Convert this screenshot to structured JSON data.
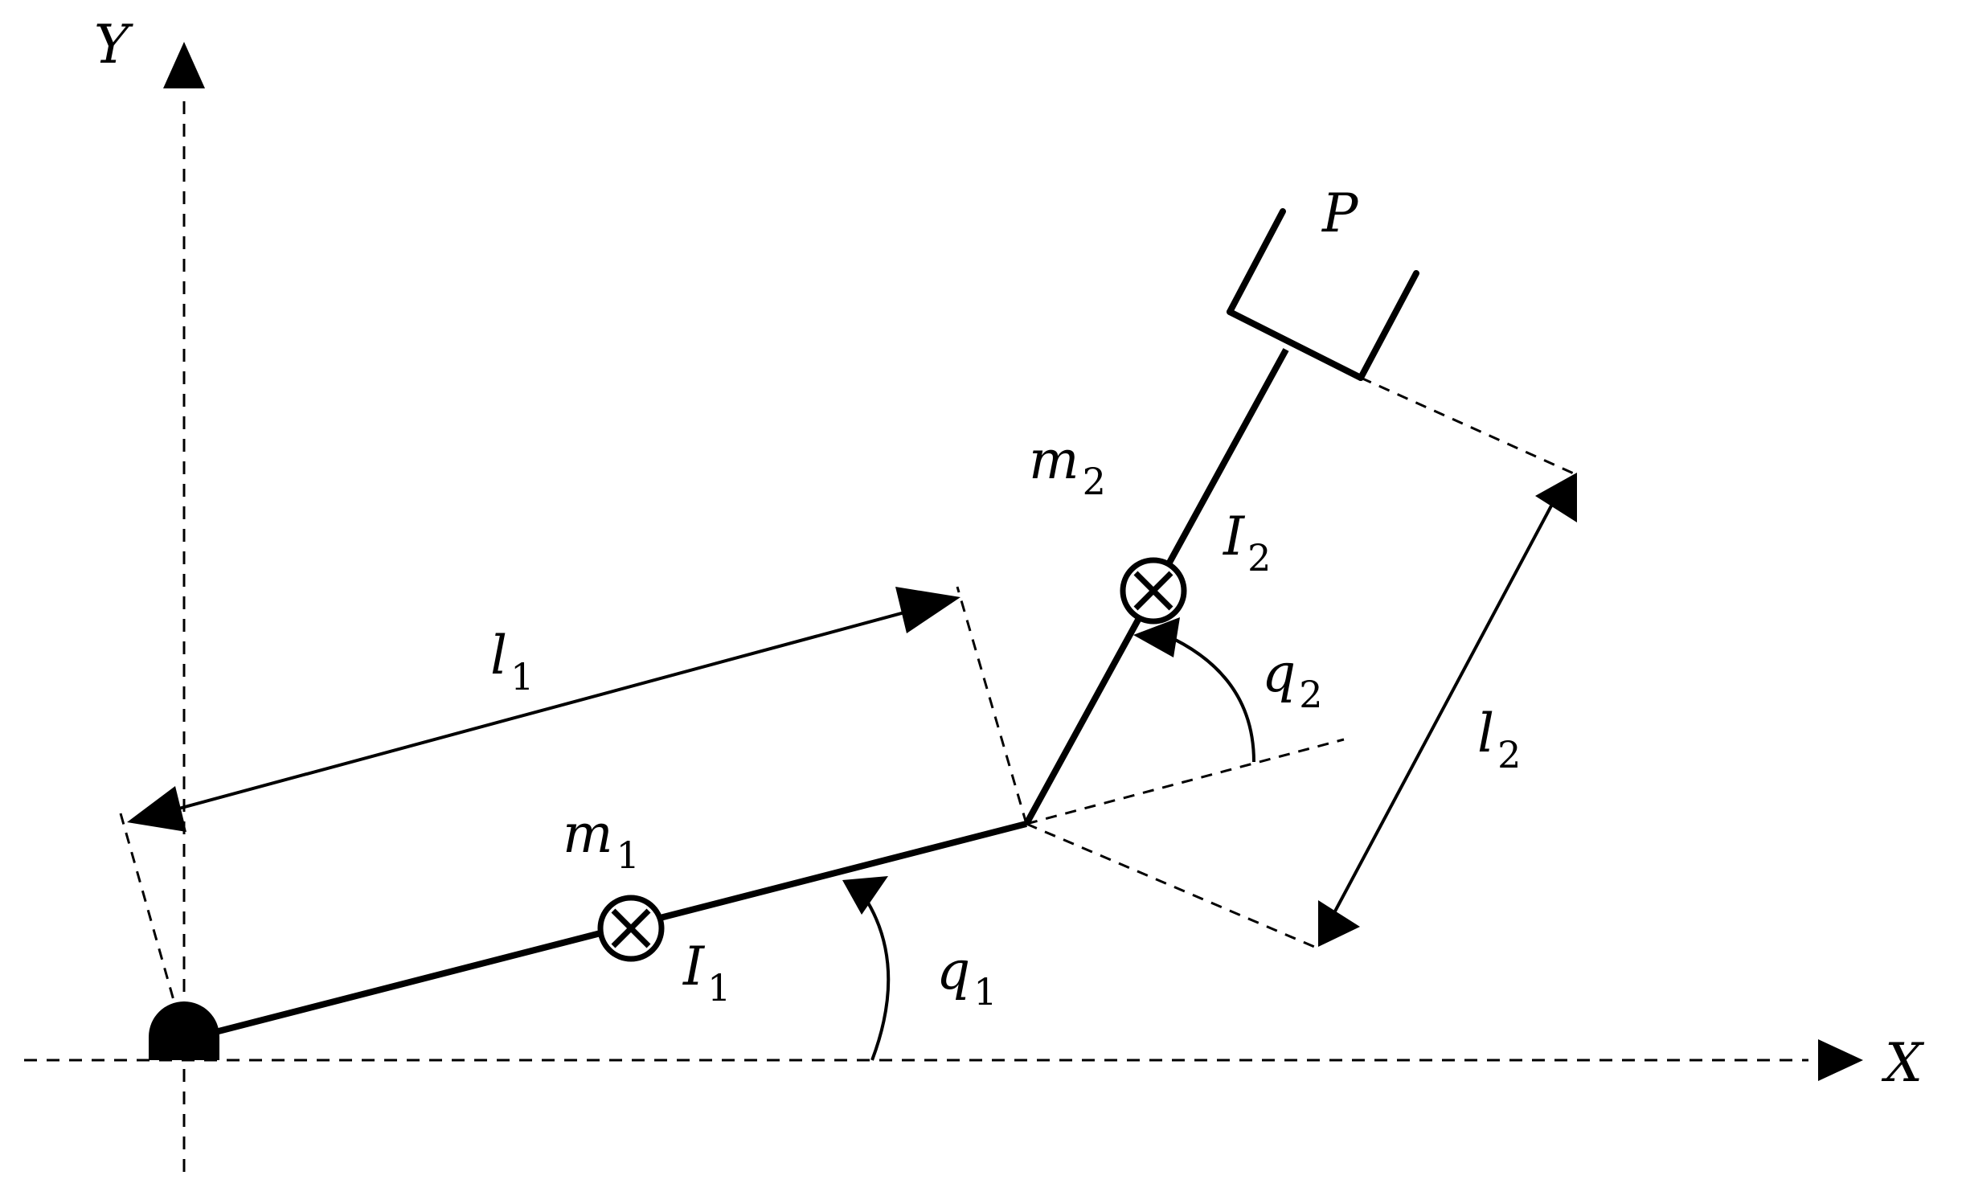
{
  "colors": {
    "stroke": "#000000",
    "background": "#ffffff"
  },
  "labels": {
    "x_axis": "X",
    "y_axis": "Y",
    "end_point": "P",
    "l1": {
      "base": "l",
      "sub": "1"
    },
    "l2": {
      "base": "l",
      "sub": "2"
    },
    "m1": {
      "base": "m",
      "sub": "1"
    },
    "m2": {
      "base": "m",
      "sub": "2"
    },
    "I1": {
      "base": "I",
      "sub": "1"
    },
    "I2": {
      "base": "I",
      "sub": "2"
    },
    "q1": {
      "base": "q",
      "sub": "1"
    },
    "q2": {
      "base": "q",
      "sub": "2"
    }
  },
  "icons": {
    "base_joint": "half-disc-icon",
    "center_of_mass": "circled-times-icon"
  }
}
